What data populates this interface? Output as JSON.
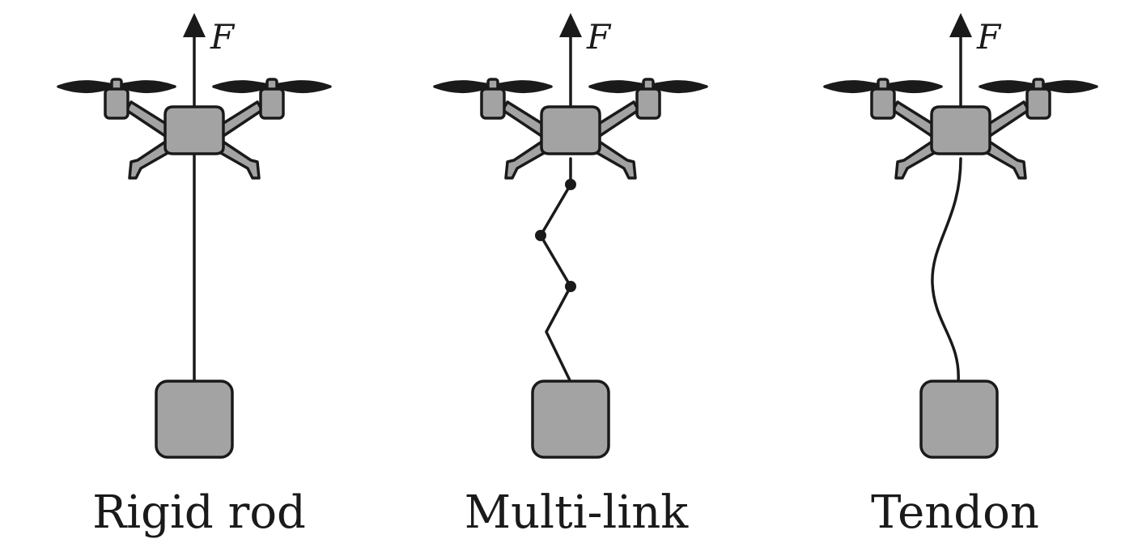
{
  "panels": [
    {
      "id": "rigid",
      "caption": "Rigid rod",
      "force_label": "F",
      "connector": "rigid-rod"
    },
    {
      "id": "multilink",
      "caption": "Multi-link",
      "force_label": "F",
      "connector": "multi-link"
    },
    {
      "id": "tendon",
      "caption": "Tendon",
      "force_label": "F",
      "connector": "tendon"
    }
  ],
  "colors": {
    "body_fill": "#a3a3a3",
    "outline": "#1a1a1a",
    "background": "#ffffff"
  },
  "icons": [
    "quadrotor-drone-icon",
    "force-arrow-icon",
    "payload-box-icon"
  ]
}
